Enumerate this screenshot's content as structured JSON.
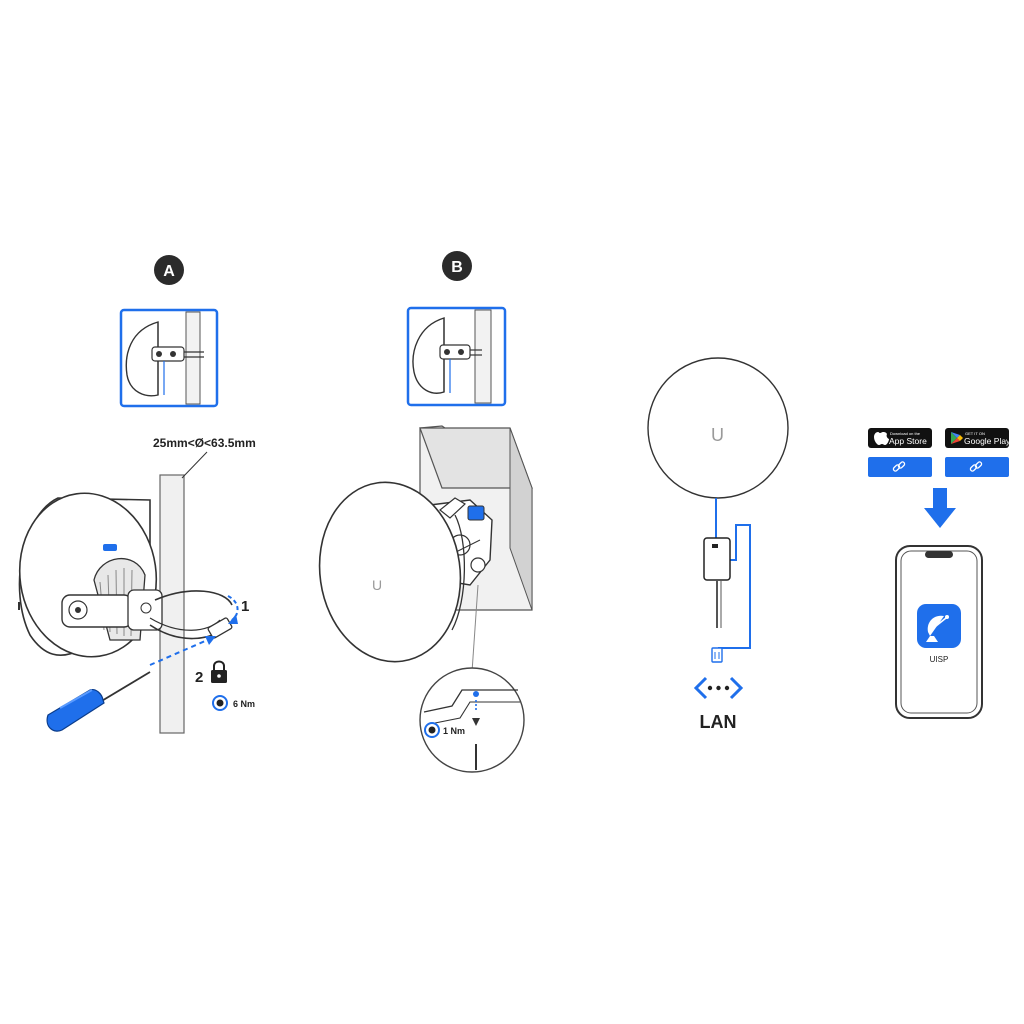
{
  "panel_a": {
    "badge": "A",
    "pole_diameter": "25mm<Ø<63.5mm",
    "step1": "1",
    "step2": "2",
    "torque": "6 Nm"
  },
  "panel_b": {
    "badge": "B",
    "torque": "1 Nm"
  },
  "panel_c": {
    "lan_label": "LAN"
  },
  "panel_d": {
    "app_store_small": "Download on the",
    "app_store_big": "App Store",
    "google_play_small": "GET IT ON",
    "google_play_big": "Google Play",
    "app_name": "UISP"
  },
  "colors": {
    "accent": "#1F6FEB",
    "badge": "#2b2b2b",
    "outline": "#333333"
  }
}
